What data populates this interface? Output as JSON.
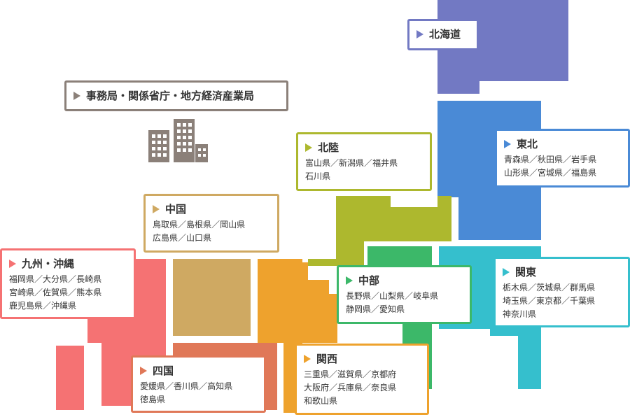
{
  "colors": {
    "hokkaido": "#7279c3",
    "tohoku": "#4a8ad6",
    "hokuriku": "#adb82e",
    "chubu": "#3cb869",
    "kanto": "#35bfcd",
    "kansai": "#eea22d",
    "chugoku": "#cfa962",
    "shikoku": "#e07858",
    "kyushu": "#f57273",
    "hq": "#8b8079"
  },
  "hq": {
    "title": "事務局・関係省庁・地方経済産業局",
    "icon": "office-buildings-icon"
  },
  "regions": [
    {
      "key": "hokkaido",
      "name": "北海道",
      "prefectures": []
    },
    {
      "key": "tohoku",
      "name": "東北",
      "prefectures": [
        "青森県",
        "秋田県",
        "岩手県",
        "山形県",
        "宮城県",
        "福島県"
      ]
    },
    {
      "key": "hokuriku",
      "name": "北陸",
      "prefectures": [
        "富山県",
        "新潟県",
        "福井県",
        "石川県"
      ]
    },
    {
      "key": "chugoku",
      "name": "中国",
      "prefectures": [
        "鳥取県",
        "島根県",
        "岡山県",
        "広島県",
        "山口県"
      ]
    },
    {
      "key": "kyushu",
      "name": "九州・沖縄",
      "prefectures": [
        "福岡県",
        "大分県",
        "長崎県",
        "宮崎県",
        "佐賀県",
        "熊本県",
        "鹿児島県",
        "沖縄県"
      ]
    },
    {
      "key": "chubu",
      "name": "中部",
      "prefectures": [
        "長野県",
        "山梨県",
        "岐阜県",
        "静岡県",
        "愛知県"
      ]
    },
    {
      "key": "kanto",
      "name": "関東",
      "prefectures": [
        "栃木県",
        "茨城県",
        "群馬県",
        "埼玉県",
        "東京都",
        "千葉県",
        "神奈川県"
      ]
    },
    {
      "key": "shikoku",
      "name": "四国",
      "prefectures": [
        "愛媛県",
        "香川県",
        "高知県",
        "徳島県"
      ]
    },
    {
      "key": "kansai",
      "name": "関西",
      "prefectures": [
        "三重県",
        "滋賀県",
        "京都府",
        "大阪府",
        "兵庫県",
        "奈良県",
        "和歌山県"
      ]
    }
  ],
  "separator": "／"
}
